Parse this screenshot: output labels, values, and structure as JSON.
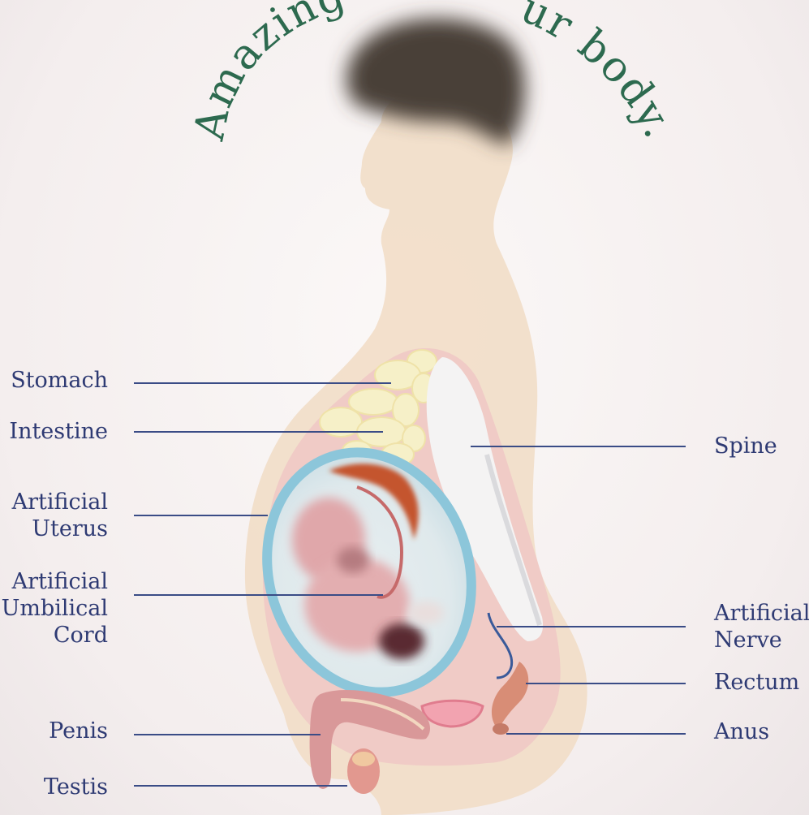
{
  "title": {
    "left_fragment": "Amazing",
    "right_fragment": "ur body."
  },
  "colors": {
    "title": "#2d6a4f",
    "label_text": "#2e3a73",
    "leader_line": "#3a4c86",
    "skin": "#f1dcc4",
    "hair": "#4a3f37",
    "uterus_ring": "#8cc6da",
    "placenta": "#c4552d"
  },
  "labels": {
    "stomach": "Stomach",
    "intestine": "Intestine",
    "artificial_uterus": [
      "Artificial",
      "Uterus"
    ],
    "artificial_umbilical_cord": [
      "Artificial",
      "Umbilical",
      "Cord"
    ],
    "penis": "Penis",
    "testis": "Testis",
    "spine": "Spine",
    "artificial_nerve": [
      "Artificial",
      "Nerve"
    ],
    "rectum": "Rectum",
    "anus": "Anus"
  }
}
